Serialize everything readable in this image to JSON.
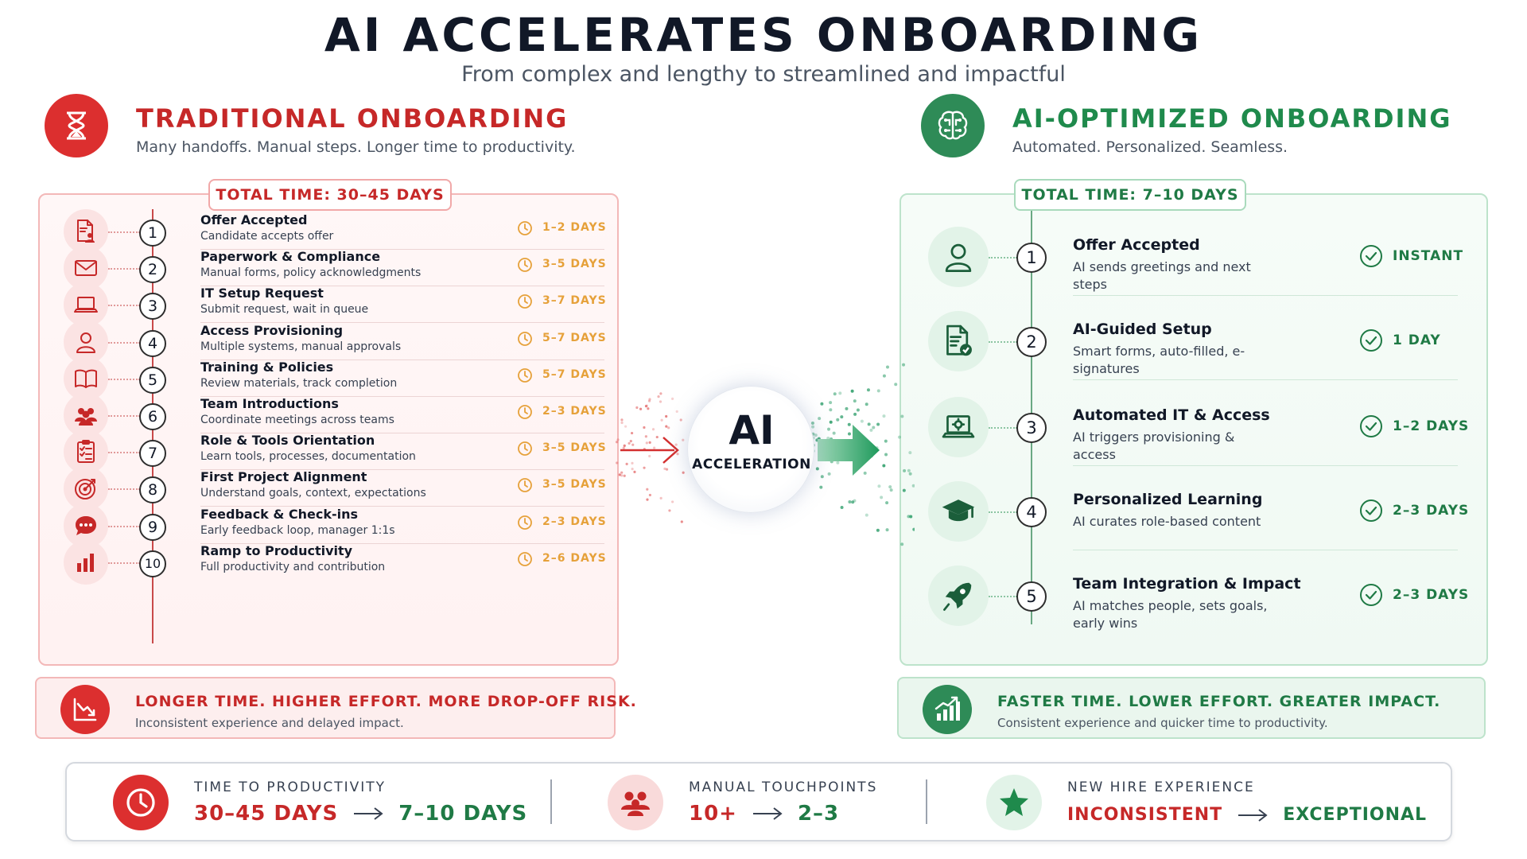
{
  "header": {
    "title": "AI ACCELERATES ONBOARDING",
    "subtitle": "From complex and lengthy to streamlined and impactful"
  },
  "traditional": {
    "title": "TRADITIONAL ONBOARDING",
    "subtitle": "Many handoffs. Manual steps. Longer time to productivity.",
    "icon": "hourglass-icon",
    "total_time": "TOTAL TIME: 30–45 DAYS",
    "steps": [
      {
        "num": "1",
        "title": "Offer Accepted",
        "desc": "Candidate accepts offer",
        "duration": "1–2 DAYS",
        "icon": "document-person-icon"
      },
      {
        "num": "2",
        "title": "Paperwork & Compliance",
        "desc": "Manual forms, policy acknowledgments",
        "duration": "3–5 DAYS",
        "icon": "envelope-icon"
      },
      {
        "num": "3",
        "title": "IT Setup Request",
        "desc": "Submit request, wait in queue",
        "duration": "3–7 DAYS",
        "icon": "laptop-icon"
      },
      {
        "num": "4",
        "title": "Access Provisioning",
        "desc": "Multiple systems, manual approvals",
        "duration": "5–7 DAYS",
        "icon": "user-icon"
      },
      {
        "num": "5",
        "title": "Training & Policies",
        "desc": "Review materials, track completion",
        "duration": "5–7 DAYS",
        "icon": "book-icon"
      },
      {
        "num": "6",
        "title": "Team Introductions",
        "desc": "Coordinate meetings across teams",
        "duration": "2–3 DAYS",
        "icon": "team-icon"
      },
      {
        "num": "7",
        "title": "Role & Tools Orientation",
        "desc": "Learn tools, processes, documentation",
        "duration": "3–5 DAYS",
        "icon": "checklist-icon"
      },
      {
        "num": "8",
        "title": "First Project Alignment",
        "desc": "Understand goals, context, expectations",
        "duration": "3–5 DAYS",
        "icon": "target-icon"
      },
      {
        "num": "9",
        "title": "Feedback & Check-ins",
        "desc": "Early feedback loop, manager 1:1s",
        "duration": "2–3 DAYS",
        "icon": "chat-bubble-icon"
      },
      {
        "num": "10",
        "title": "Ramp to Productivity",
        "desc": "Full productivity and contribution",
        "duration": "2–6 DAYS",
        "icon": "bar-chart-icon"
      }
    ],
    "banner_title": "LONGER TIME. HIGHER EFFORT. MORE DROP-OFF RISK.",
    "banner_sub": "Inconsistent experience and delayed impact.",
    "banner_icon": "declining-chart-icon"
  },
  "center": {
    "big": "AI",
    "small": "ACCELERATION"
  },
  "ai": {
    "title": "AI-OPTIMIZED ONBOARDING",
    "subtitle": "Automated. Personalized. Seamless.",
    "icon": "brain-icon",
    "total_time": "TOTAL TIME: 7–10 DAYS",
    "steps": [
      {
        "num": "1",
        "title": "Offer Accepted",
        "desc": "AI sends greetings and next steps",
        "duration": "INSTANT",
        "icon": "user-icon"
      },
      {
        "num": "2",
        "title": "AI-Guided Setup",
        "desc": "Smart forms, auto-filled, e-signatures",
        "duration": "1 DAY",
        "icon": "document-check-icon"
      },
      {
        "num": "3",
        "title": "Automated IT & Access",
        "desc": "AI triggers provisioning & access",
        "duration": "1–2 DAYS",
        "icon": "laptop-gear-icon"
      },
      {
        "num": "4",
        "title": "Personalized Learning",
        "desc": "AI curates role-based content",
        "duration": "2–3 DAYS",
        "icon": "graduation-cap-icon"
      },
      {
        "num": "5",
        "title": "Team Integration & Impact",
        "desc": "AI matches people, sets goals, early wins",
        "duration": "2–3 DAYS",
        "icon": "rocket-icon"
      }
    ],
    "banner_title": "FASTER TIME. LOWER EFFORT. GREATER IMPACT.",
    "banner_sub": "Consistent experience and quicker time to productivity.",
    "banner_icon": "rising-chart-icon"
  },
  "stats": [
    {
      "label": "TIME TO PRODUCTIVITY",
      "from": "30–45 DAYS",
      "to": "7–10 DAYS",
      "icon": "clock-icon"
    },
    {
      "label": "MANUAL TOUCHPOINTS",
      "from": "10+",
      "to": "2–3",
      "icon": "people-icon"
    },
    {
      "label": "NEW HIRE EXPERIENCE",
      "from": "INCONSISTENT",
      "to": "EXCEPTIONAL",
      "icon": "star-icon"
    }
  ],
  "colors": {
    "traditional": "#c62828",
    "ai": "#1f7a45",
    "duration_amber": "#e6a13a"
  }
}
